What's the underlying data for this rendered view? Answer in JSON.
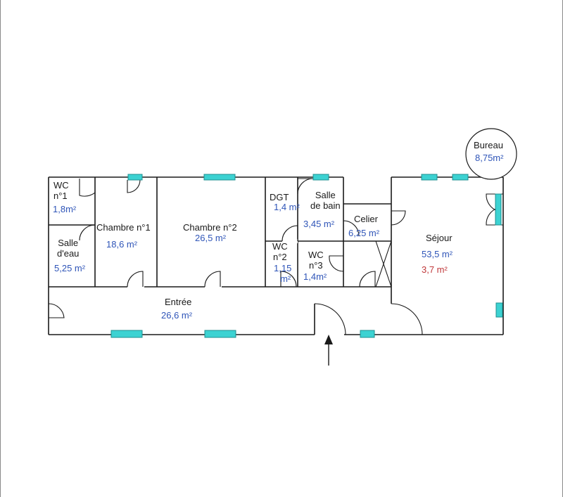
{
  "plan": {
    "colors": {
      "wall": "#1a1a1a",
      "window": "#3cd2d2",
      "area_text": "#2f55b8",
      "area_alt_text": "#c0393b",
      "name_text": "#1a1a1a"
    },
    "rooms": {
      "wc1": {
        "name_line1": "WC",
        "name_line2": "n°1",
        "area": "1,8m²"
      },
      "salle_eau": {
        "name_line1": "Salle",
        "name_line2": "d'eau",
        "area": "5,25  m²"
      },
      "chambre1": {
        "name": "Chambre n°1",
        "area": "18,6  m²"
      },
      "chambre2": {
        "name": "Chambre n°2",
        "area": "26,5  m²"
      },
      "dgt": {
        "name": "DGT",
        "area": "1,4  m²"
      },
      "salle_bain": {
        "name_line1": "Salle",
        "name_line2": "de bain",
        "area": "3,45  m²"
      },
      "wc2": {
        "name_line1": "WC",
        "name_line2": "n°2",
        "area_line1": "1,15",
        "area_line2": "m²"
      },
      "wc3": {
        "name_line1": "WC",
        "name_line2": "n°3",
        "area": "1,4m²"
      },
      "celier": {
        "name": "Celier",
        "area": "6,25  m²"
      },
      "sejour": {
        "name": "Séjour",
        "area": "53,5  m²",
        "area_secondary": "3,7  m²"
      },
      "bureau": {
        "name": "Bureau",
        "area": "8,75m²"
      },
      "entree": {
        "name": "Entrée",
        "area": "26,6  m²"
      }
    },
    "entrance_arrow_icon": "up-arrow-icon"
  }
}
